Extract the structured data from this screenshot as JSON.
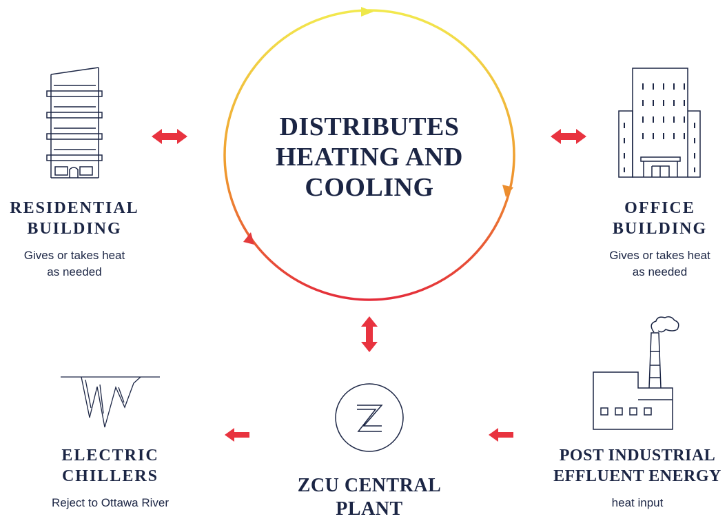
{
  "center": {
    "lines": [
      "DISTRIBUTES",
      "HEATING AND",
      "COOLING"
    ]
  },
  "nodes": {
    "residential": {
      "title": [
        "RESIDENTIAL",
        "BUILDING"
      ],
      "desc": [
        "Gives or takes heat",
        "as needed"
      ],
      "icon": "residential-building-icon"
    },
    "office": {
      "title": [
        "OFFICE",
        "BUILDING"
      ],
      "desc": [
        "Gives or takes heat",
        "as needed"
      ],
      "icon": "office-building-icon"
    },
    "plant": {
      "title": [
        "ZCU CENTRAL",
        "PLANT"
      ],
      "icon": "z-logo-icon"
    },
    "chillers": {
      "title": [
        "ELECTRIC",
        "CHILLERS"
      ],
      "desc": [
        "Reject to Ottawa River"
      ],
      "icon": "icicle-icon"
    },
    "effluent": {
      "title": [
        "POST INDUSTRIAL",
        "EFFLUENT ENERGY"
      ],
      "desc": [
        "heat input"
      ],
      "icon": "factory-icon"
    }
  },
  "colors": {
    "navy": "#1b2544",
    "arrow_red": "#e8333f",
    "ring_yellow": "#f2e94e",
    "ring_orange": "#ee8f2c",
    "ring_red": "#e52f3a"
  }
}
